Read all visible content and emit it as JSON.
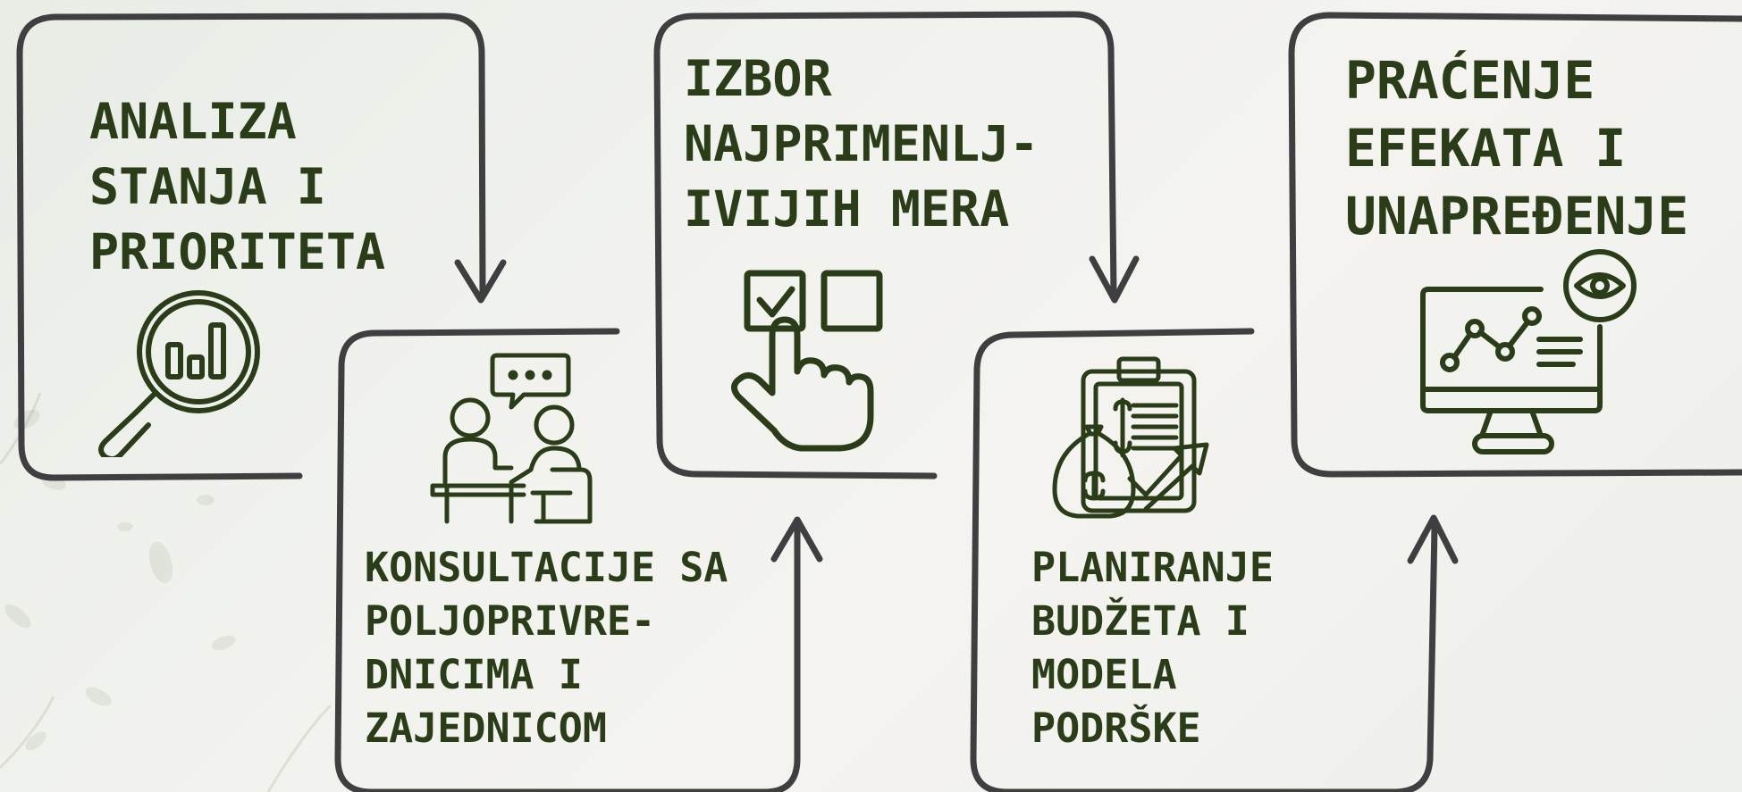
{
  "diagram": {
    "steps": [
      {
        "id": "step-1",
        "title_lines": [
          "ANALIZA",
          "STANJA I",
          "PRIORITETA"
        ],
        "icon": "magnifier-bar-chart-icon"
      },
      {
        "id": "step-2",
        "title_lines": [
          "KONSULTACIJE SA",
          "POLJOPRIVRE-",
          "DNICIMA I",
          "ZAJEDNICOM"
        ],
        "icon": "consultation-meeting-icon"
      },
      {
        "id": "step-3",
        "title_lines": [
          "IZBOR",
          "NAJPRIMENLJ-",
          "IVIJIH MERA"
        ],
        "icon": "checklist-selection-icon"
      },
      {
        "id": "step-4",
        "title_lines": [
          "PLANIRANJE",
          "BUDŽETA I",
          "MODELA",
          "PODRŠKE"
        ],
        "icon": "budget-planning-icon"
      },
      {
        "id": "step-5",
        "title_lines": [
          "PRAĆENJE",
          "EFEKATA I",
          "UNAPREĐENJE"
        ],
        "icon": "monitoring-screen-icon"
      }
    ],
    "colors": {
      "text": "#2a3d18",
      "icon": "#2a3d18",
      "frame": "#3f3f41",
      "box_fill": "#f7f4f0",
      "background": "#eef0ec"
    }
  }
}
